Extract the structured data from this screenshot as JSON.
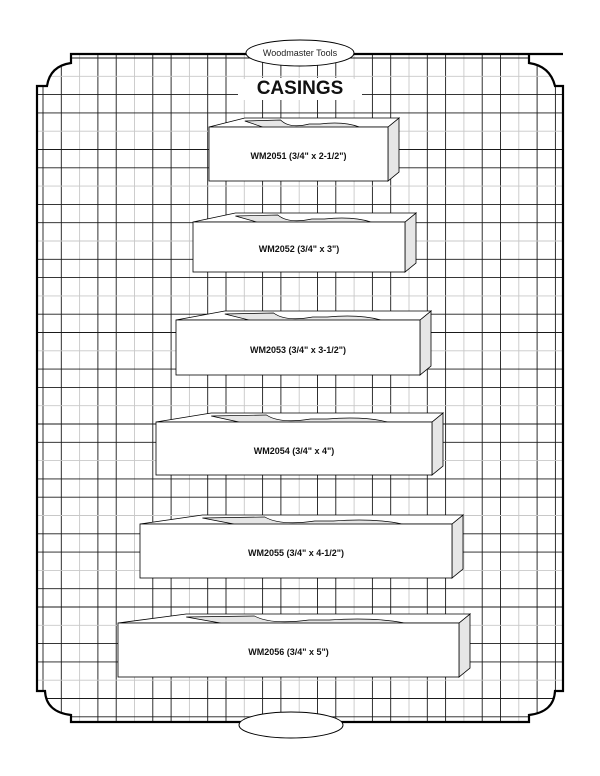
{
  "header": {
    "brand": "Woodmaster Tools",
    "title": "CASINGS"
  },
  "casings": [
    {
      "label": "WM2051 (3/4\" x 2-1/2\")"
    },
    {
      "label": "WM2052 (3/4\" x 3\")"
    },
    {
      "label": "WM2053 (3/4\" x 3-1/2\")"
    },
    {
      "label": "WM2054 (3/4\" x 4\")"
    },
    {
      "label": "WM2055 (3/4\" x 4-1/2\")"
    },
    {
      "label": "WM2056 (3/4\" x 5\")"
    }
  ],
  "colors": {
    "grid_dark": "#1a1a1a",
    "grid_light": "#c8c8c8",
    "profile_fill": "#e6e6e6"
  }
}
